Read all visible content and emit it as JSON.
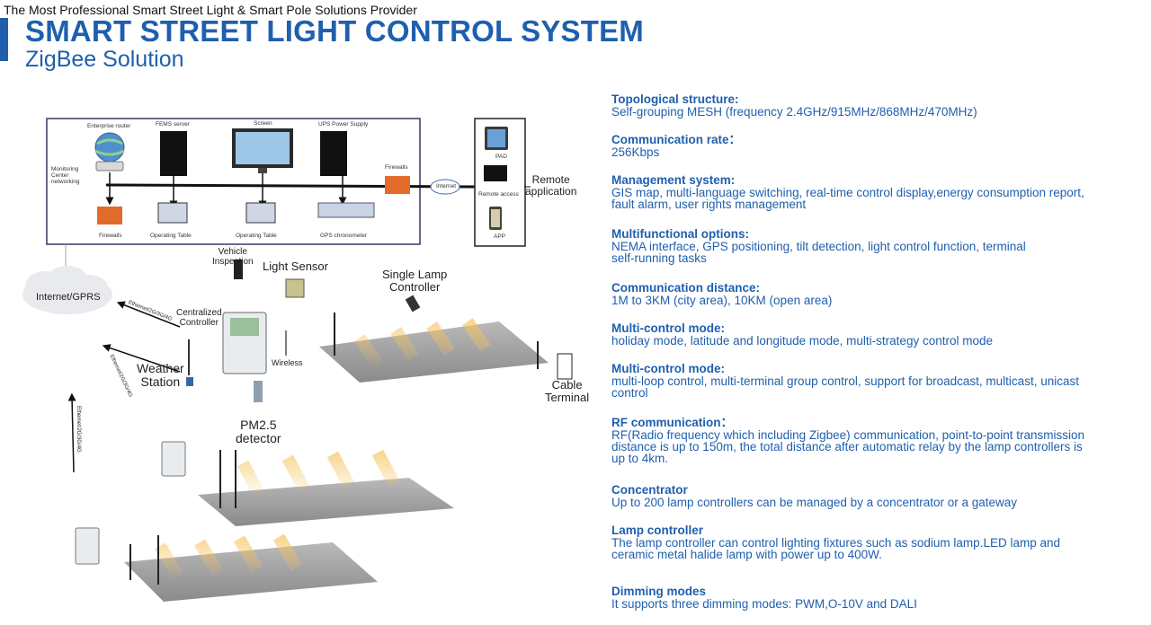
{
  "header": {
    "tagline": "The Most Professional Smart Street Light & Smart Pole Solutions Provider",
    "title": "SMART STREET LIGHT CONTROL SYSTEM",
    "subtitle": "ZigBee Solution",
    "accent_color": "#1f5fae"
  },
  "diagram": {
    "enterprise_router": "Enterprise router",
    "fems_server": "FEMS server",
    "screen": "Screen",
    "ups": "UPS Power Supply",
    "monitoring": "Monitoring\nCenter\nnetworking",
    "firewalls_left": "Firewalls",
    "firewalls_right": "Firewalls",
    "operating_table_1": "Operating Table",
    "operating_table_2": "Operating Table",
    "gps": "GPS chronometer",
    "internet_pill": "Internet",
    "pad": "PAD",
    "remote_access": "Remote access",
    "app": "APP",
    "remote_application": "Remote\napplication",
    "internet_gprs": "Internet/GPRS",
    "vehicle_inspection": "Vehicle\nInspection",
    "light_sensor": "Light Sensor",
    "centralized_controller": "Centralized\nController",
    "single_lamp_controller": "Single Lamp\nController",
    "weather_station": "Weather\nStation",
    "wireless": "Wireless",
    "cable_terminal": "Cable\nTerminal",
    "pm25": "PM2.5\ndetector",
    "ethernet_1": "Ethernet/2G/3G/4G",
    "ethernet_2": "Ethernet/2G/3G/4G",
    "ethernet_3": "Ethernet/2G/3G/4G"
  },
  "specs": [
    {
      "title": "Topological structure:",
      "body": "Self-grouping MESH (frequency 2.4GHz/915MHz/868MHz/470MHz)"
    },
    {
      "title": "Communication rate：",
      "body": "256Kbps"
    },
    {
      "title": "Management system:",
      "body": "GIS map, multi-language switching, real-time control display,energy consumption report,\nfault alarm, user rights management"
    },
    {
      "title": "Multifunctional options:",
      "body": "NEMA interface, GPS positioning, tilt detection, light control function, terminal\nself-running tasks"
    },
    {
      "title": "Communication distance:",
      "body": "1M to 3KM (city area), 10KM (open area)"
    },
    {
      "title": "Multi-control mode:",
      "body": "holiday mode, latitude and longitude mode, multi-strategy control mode"
    },
    {
      "title": "Multi-control mode:",
      "body": "multi-loop control, multi-terminal group control, support for broadcast, multicast, unicast\ncontrol"
    },
    {
      "title": "RF communication：",
      "body": "RF(Radio frequency which including Zigbee) communication, point-to-point transmission\ndistance is up to 150m, the total distance after automatic relay by the lamp controllers is\nup to 4km."
    },
    {
      "title": "Concentrator",
      "body": "Up to 200 lamp controllers can be managed by a concentrator or a gateway"
    },
    {
      "title": "Lamp controller",
      "body": "The lamp controller can control lighting fixtures such as sodium lamp.LED lamp and\nceramic metal halide lamp with power up to 400W."
    },
    {
      "title": "Dimming modes",
      "body": "It supports three dimming modes: PWM,O-10V and DALI"
    }
  ]
}
